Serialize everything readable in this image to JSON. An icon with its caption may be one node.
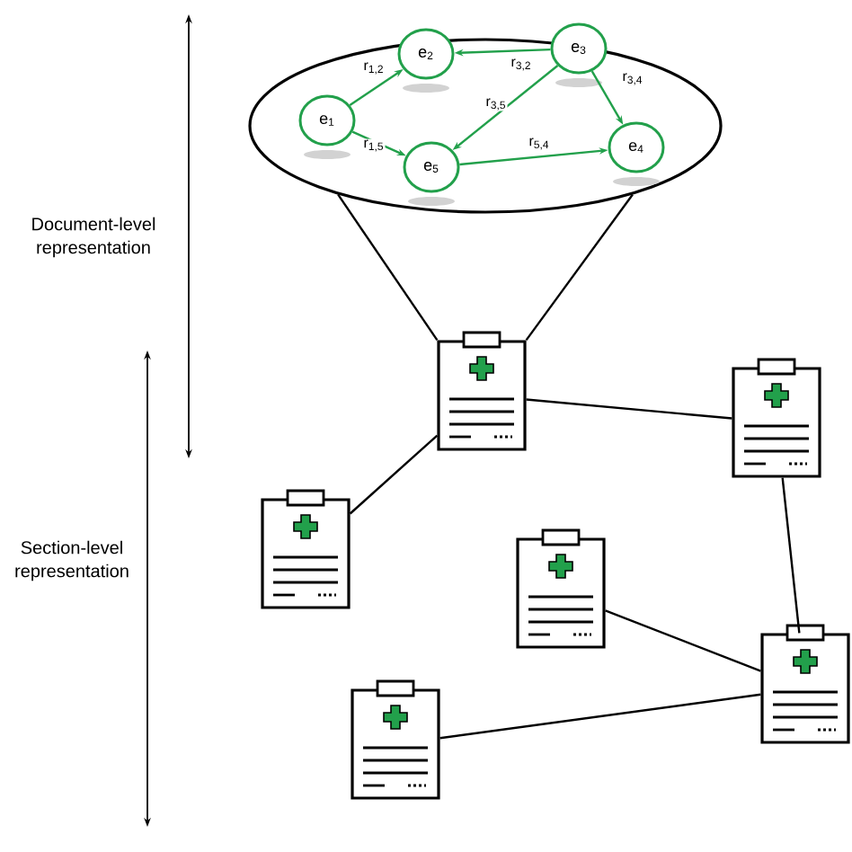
{
  "diagram": {
    "nodes": [
      {
        "text": [],
        "shape": "ellipse"
      },
      {
        "text": [
          "e$_{1}$"
        ],
        "in": 0
      },
      {
        "text": [
          "e$_{2}$"
        ],
        "in": 0
      },
      {
        "text": [
          "e$_{3}$"
        ],
        "in": 0
      },
      {
        "text": [
          "e$_{4}$"
        ],
        "in": 0
      },
      {
        "text": [
          "e$_{5}$"
        ],
        "in": 0
      },
      {
        "text": [],
        "shape": "picture"
      },
      {
        "text": [],
        "shape": "picture"
      },
      {
        "text": [],
        "shape": "picture"
      },
      {
        "text": [],
        "shape": "picture"
      },
      {
        "text": [],
        "shape": "picture"
      },
      {
        "text": [],
        "shape": "picture"
      }
    ],
    "edges": [
      {
        "from": 1,
        "to": 2,
        "arrow": "to",
        "label": "r$_{1,2}$",
        "color": "#22a04b"
      },
      {
        "from": 3,
        "to": 2,
        "arrow": "to",
        "label": "r$_{3,2}$",
        "color": "#22a04b"
      },
      {
        "from": 3,
        "to": 4,
        "arrow": "to",
        "label": "r$_{3,4}$",
        "color": "#22a04b"
      },
      {
        "from": 3,
        "to": 5,
        "arrow": "to",
        "label": "r$_{3,5}$",
        "color": "#22a04b"
      },
      {
        "from": 1,
        "to": 5,
        "arrow": "to",
        "label": "r$_{1,5}$",
        "color": "#22a04b"
      },
      {
        "from": 5,
        "to": 4,
        "arrow": "to",
        "label": "r$_{5,4}$",
        "color": "#22a04b"
      },
      {
        "from": 0,
        "to": 6,
        "arrow": "none"
      },
      {
        "from": 0,
        "to": 6,
        "arrow": "none"
      },
      {
        "from": 6,
        "to": 8,
        "arrow": "none"
      },
      {
        "from": 6,
        "to": 7,
        "arrow": "none"
      },
      {
        "from": 7,
        "to": 10,
        "arrow": "none"
      },
      {
        "from": 9,
        "to": 10,
        "arrow": "none"
      },
      {
        "from": 11,
        "to": 10,
        "arrow": "none"
      }
    ],
    "labels": [
      "Document-level representation",
      "Section-level representation"
    ]
  }
}
